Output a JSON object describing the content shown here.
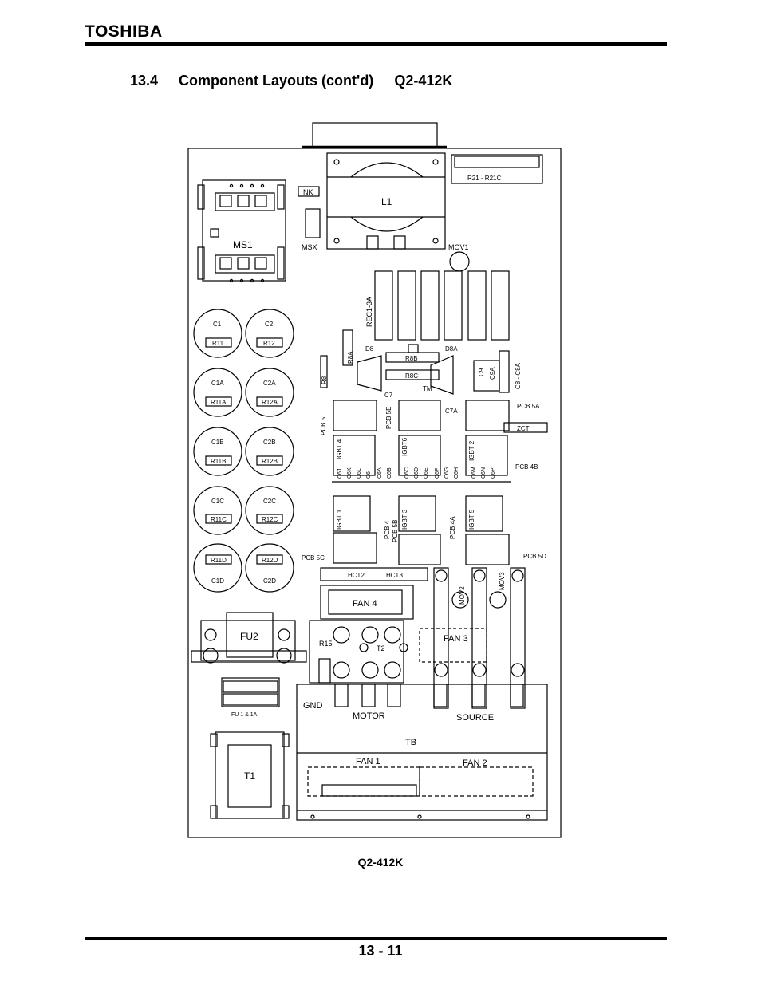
{
  "header": {
    "brand": "TOSHIBA"
  },
  "section": {
    "number": "13.4",
    "title": "Component Layouts (cont'd)",
    "model": "Q2-412K"
  },
  "figure": {
    "caption": "Q2-412K",
    "labels": {
      "ms1": "MS1",
      "nk": "NK",
      "msx": "MSX",
      "l1": "L1",
      "r21": "R21 - R21C",
      "mov1": "MOV1",
      "rec": "REC1-3A",
      "c1": "C1",
      "c2": "C2",
      "r11": "R11",
      "r12": "R12",
      "c1a": "C1A",
      "c2a": "C2A",
      "r11a": "R11A",
      "r12a": "R12A",
      "c1b": "C1B",
      "c2b": "C2B",
      "r11b": "R11B",
      "r12b": "R12B",
      "c1c": "C1C",
      "c2c": "C2C",
      "r11c": "R11C",
      "r12c": "R12C",
      "c1d": "C1D",
      "c2d": "C2D",
      "r11d": "R11D",
      "r12d": "R12D",
      "d8": "D8",
      "r8a": "R8A",
      "r8b": "R8B",
      "r8c": "R8C",
      "r8": "R8",
      "d8a": "D8A",
      "c9": "C9",
      "c9a": "C9A",
      "c8": "C8 - C8A",
      "c7": "C7",
      "tm": "TM",
      "c7a": "C7A",
      "pcb5": "PCB 5",
      "pcb5e": "PCB 5E",
      "pcb5a": "PCB 5A",
      "zct": "ZCT",
      "pcb4b": "PCB 4B",
      "igbt4": "IGBT 4",
      "igbt6": "IGBT6",
      "igbt2": "IGBT 2",
      "igbt1": "IGBT 1",
      "igbt3": "IGBT 3",
      "igbt5": "IGBT 5",
      "pcb4": "PCB 4",
      "pcb5b": "PCB 5B",
      "pcb4a": "PCB 4A",
      "pcb5c": "PCB 5C",
      "pcb5d": "PCB 5D",
      "c6j": "C6J",
      "c6k": "C6K",
      "c6l": "C6L",
      "c6": "C6",
      "c6a": "C6A",
      "c6b": "C6B",
      "c6c": "C6C",
      "c6d": "C6D",
      "c6e": "C6E",
      "c6f": "C6F",
      "c6g": "C6G",
      "c6h": "C6H",
      "c6m": "C6M",
      "c6n": "C6N",
      "c6p": "C6P",
      "hct2": "HCT2",
      "hct3": "HCT3",
      "mov2": "MOV2",
      "mov3": "MOV3",
      "fan4": "FAN 4",
      "fu2": "FU2",
      "r15": "R15",
      "t2": "T2",
      "fan3": "FAN 3",
      "fu1": "FU 1 & 1A",
      "gnd": "GND",
      "motor": "MOTOR",
      "source": "SOURCE",
      "t1": "T1",
      "tb": "TB",
      "fan1": "FAN 1",
      "fan2": "FAN 2"
    }
  },
  "footer": {
    "page": "13 - 11"
  }
}
